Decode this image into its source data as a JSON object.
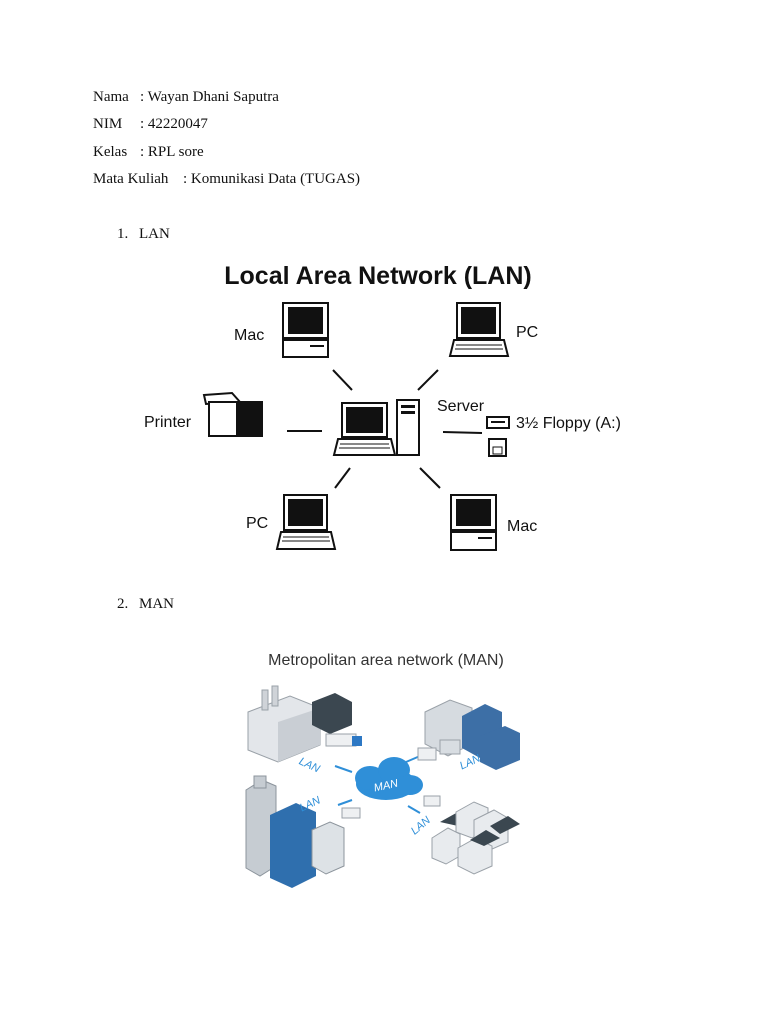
{
  "header": {
    "nama": {
      "label": "Nama",
      "value": ": Wayan Dhani Saputra"
    },
    "nim": {
      "label": "NIM",
      "value": ": 42220047"
    },
    "kelas": {
      "label": "Kelas",
      "value": ": RPL sore"
    },
    "mata_kuliah": {
      "label": "Mata Kuliah",
      "value": ": Komunikasi Data (TUGAS)"
    }
  },
  "sections": [
    {
      "number": "1.",
      "title": "LAN"
    },
    {
      "number": "2.",
      "title": "MAN"
    }
  ],
  "lan_diagram": {
    "title": "Local Area Network (LAN)",
    "labels": {
      "mac_top": "Mac",
      "pc_top": "PC",
      "printer": "Printer",
      "server": "Server",
      "floppy": "3½ Floppy (A:)",
      "pc_bottom": "PC",
      "mac_bottom": "Mac"
    }
  },
  "man_diagram": {
    "title": "Metropolitan area network (MAN)",
    "cloud_label": "MAN",
    "link_labels": [
      "LAN",
      "LAN",
      "LAN",
      "LAN"
    ]
  }
}
